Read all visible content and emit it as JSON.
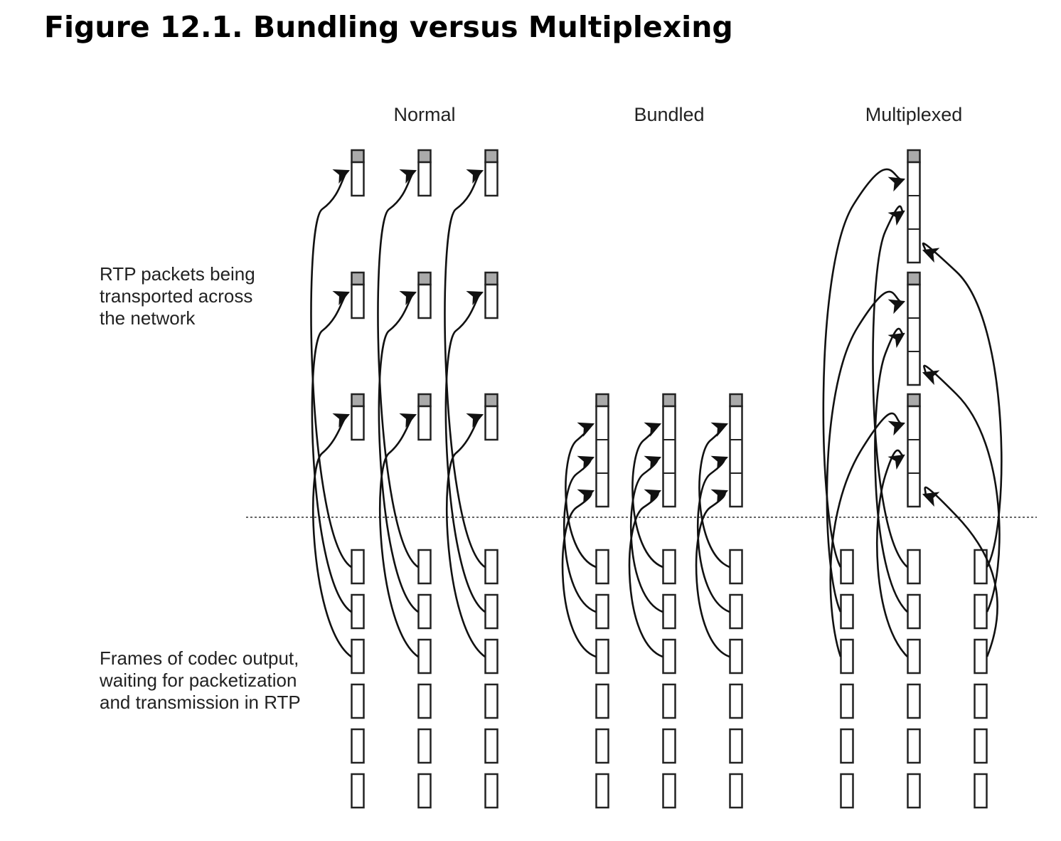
{
  "figure": {
    "title": "Figure 12.1. Bundling versus Multiplexing"
  },
  "columns": {
    "normal": "Normal",
    "bundled": "Bundled",
    "multiplexed": "Multiplexed"
  },
  "labels": {
    "packets": [
      "RTP packets being",
      "transported across",
      "the network"
    ],
    "frames": [
      "Frames of codec output,",
      "waiting for packetization",
      "and transmission in RTP"
    ]
  },
  "colors": {
    "header": "#aaaaaa",
    "stroke": "#222222"
  }
}
